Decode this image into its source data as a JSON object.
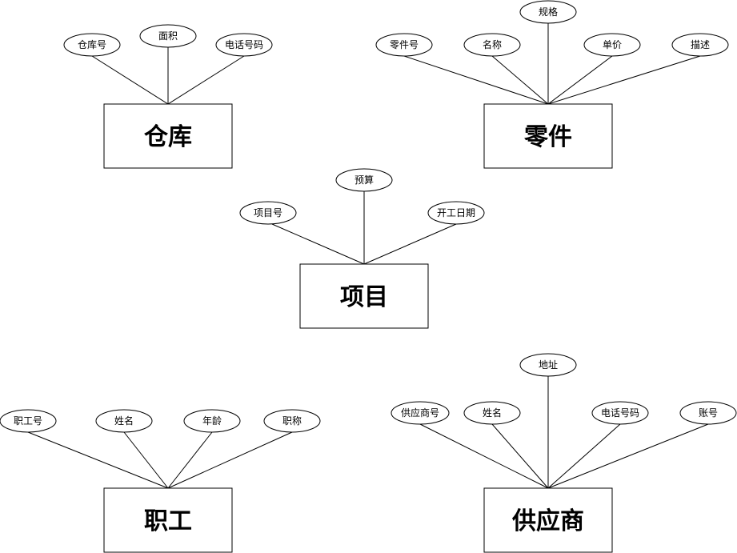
{
  "entities": [
    {
      "id": "warehouse",
      "label": "仓库",
      "attributes": [
        "仓库号",
        "面积",
        "电话号码"
      ]
    },
    {
      "id": "part",
      "label": "零件",
      "attributes": [
        "零件号",
        "名称",
        "规格",
        "单价",
        "描述"
      ]
    },
    {
      "id": "project",
      "label": "项目",
      "attributes": [
        "项目号",
        "预算",
        "开工日期"
      ]
    },
    {
      "id": "employee",
      "label": "职工",
      "attributes": [
        "职工号",
        "姓名",
        "年龄",
        "职称"
      ]
    },
    {
      "id": "supplier",
      "label": "供应商",
      "attributes": [
        "供应商号",
        "姓名",
        "地址",
        "电话号码",
        "账号"
      ]
    }
  ]
}
